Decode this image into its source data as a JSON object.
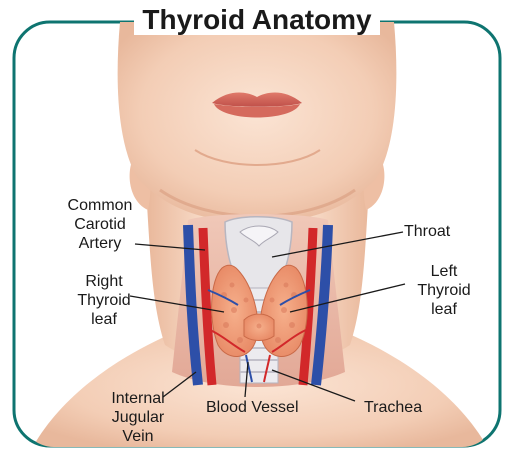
{
  "title": "Thyroid Anatomy",
  "frame_color": "#0e7470",
  "labels": {
    "common_carotid_artery": [
      "Common",
      "Carotid",
      "Artery"
    ],
    "throat": [
      "Throat"
    ],
    "right_thyroid_leaf": [
      "Right",
      "Thyroid",
      "leaf"
    ],
    "left_thyroid_leaf": [
      "Left",
      "Thyroid",
      "leaf"
    ],
    "internal_jugular_vein": [
      "Internal",
      "Jugular",
      "Vein"
    ],
    "blood_vessel": [
      "Blood Vessel"
    ],
    "trachea": [
      "Trachea"
    ]
  }
}
